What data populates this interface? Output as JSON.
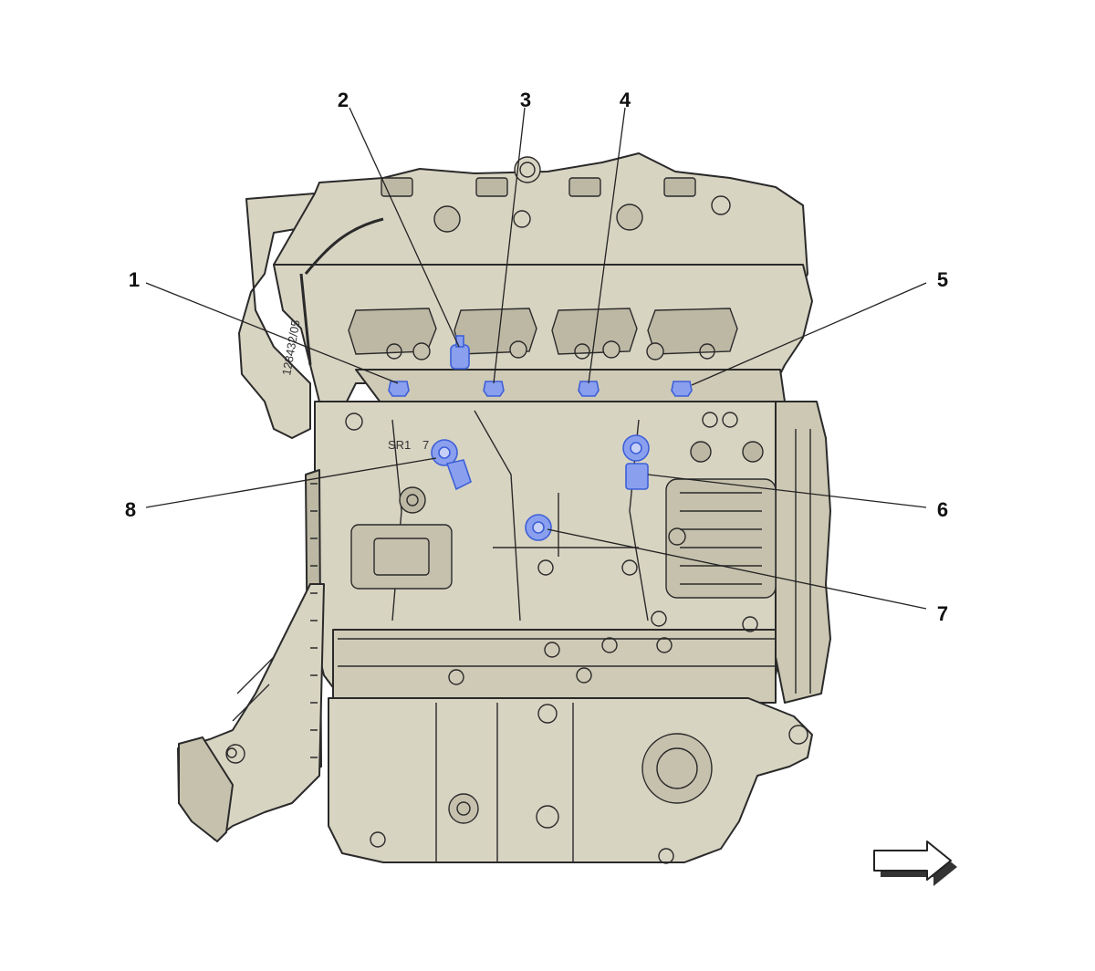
{
  "callouts": [
    {
      "id": "1",
      "label": "1"
    },
    {
      "id": "2",
      "label": "2"
    },
    {
      "id": "3",
      "label": "3"
    },
    {
      "id": "4",
      "label": "4"
    },
    {
      "id": "5",
      "label": "5"
    },
    {
      "id": "6",
      "label": "6"
    },
    {
      "id": "7",
      "label": "7"
    },
    {
      "id": "8",
      "label": "8"
    }
  ],
  "engine_labels": {
    "sr1": "SR1",
    "sr1_num": "7",
    "part_number": "128432/05"
  },
  "colors": {
    "engine_fill": "#d8d4c2",
    "engine_shade": "#b9b4a0",
    "outline": "#2a2a2a",
    "highlight": "#8aa0ee",
    "highlight_stroke": "#3d5fd8",
    "leader": "#222222"
  },
  "icons": {
    "direction_arrow": "right-arrow-icon"
  }
}
